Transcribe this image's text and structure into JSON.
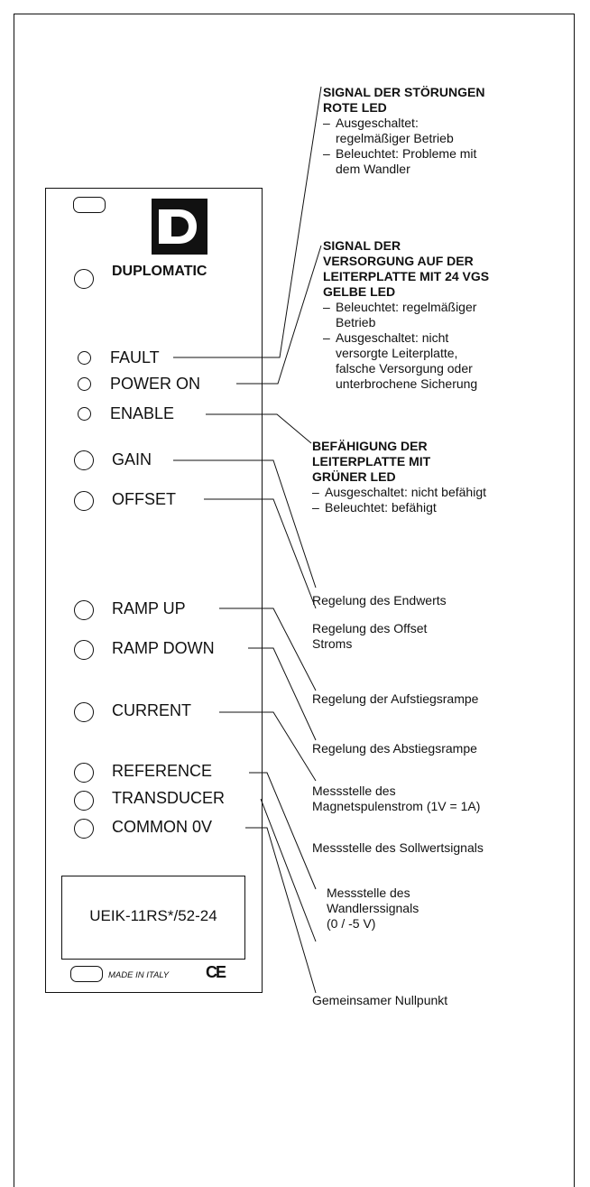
{
  "panel": {
    "brand": "DUPLOMATIC",
    "leds": [
      {
        "label": "FAULT"
      },
      {
        "label": "POWER ON"
      },
      {
        "label": "ENABLE"
      },
      {
        "label": "GAIN"
      },
      {
        "label": "OFFSET"
      },
      {
        "label": "RAMP UP"
      },
      {
        "label": "RAMP DOWN"
      },
      {
        "label": "CURRENT"
      },
      {
        "label": "REFERENCE"
      },
      {
        "label": "TRANSDUCER"
      },
      {
        "label": "COMMON 0V"
      }
    ],
    "model": "UEIK-11RS*/52-24",
    "made_in": "MADE IN ITALY",
    "ce_mark": "CE"
  },
  "annotations": {
    "fault": {
      "title": [
        "SIGNAL DER STÖRUNGEN",
        "ROTE LED"
      ],
      "bullets": [
        [
          "Ausgeschaltet:",
          "regelmäßiger Betrieb"
        ],
        [
          "Beleuchtet: Probleme mit",
          "dem Wandler"
        ]
      ]
    },
    "power": {
      "title": [
        "SIGNAL DER",
        "VERSORGUNG AUF DER",
        "LEITERPLATTE MIT 24 VGS",
        "GELBE LED"
      ],
      "bullets": [
        [
          "Beleuchtet: regelmäßiger",
          "Betrieb"
        ],
        [
          "Ausgeschaltet: nicht",
          "versorgte Leiterplatte,",
          "falsche Versorgung oder",
          "unterbrochene Sicherung"
        ]
      ]
    },
    "enable": {
      "title": [
        "BEFÄHIGUNG DER",
        "LEITERPLATTE MIT",
        "GRÜNER LED"
      ],
      "bullets": [
        [
          "Ausgeschaltet: nicht befähigt"
        ],
        [
          "Beleuchtet: befähigt"
        ]
      ]
    },
    "gain": [
      "Regelung des Endwerts"
    ],
    "offset": [
      "Regelung des Offset",
      "Stroms"
    ],
    "ramp_up": [
      "Regelung der Aufstiegsrampe"
    ],
    "ramp_down": [
      "Regelung des Abstiegsrampe"
    ],
    "current": [
      "Messstelle des",
      "Magnetspulenstrom (1V = 1A)"
    ],
    "reference": [
      "Messstelle des Sollwertsignals"
    ],
    "transducer": [
      "Messstelle des",
      "Wandlerssignals",
      "(0 / -5 V)"
    ],
    "common": [
      "Gemeinsamer Nullpunkt"
    ]
  }
}
